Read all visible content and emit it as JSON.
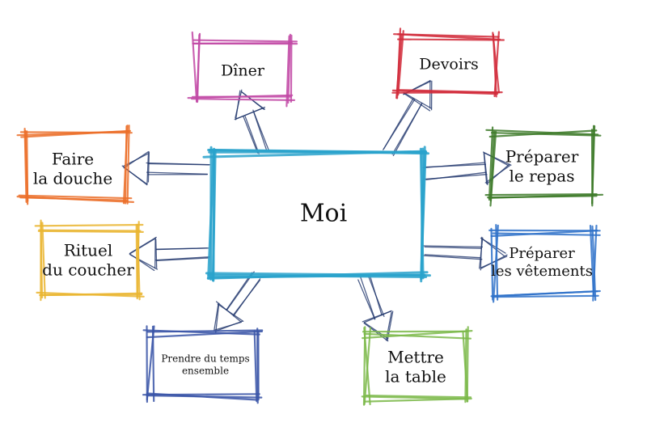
{
  "center": {
    "label": "Moi",
    "color": "#2aa3cc"
  },
  "arrow_color": "#22386e",
  "nodes": [
    {
      "id": "diner",
      "lines": [
        "Dîner"
      ],
      "color": "#c24aa6"
    },
    {
      "id": "devoirs",
      "lines": [
        "Devoirs"
      ],
      "color": "#d22b3a"
    },
    {
      "id": "faire-la-douche",
      "lines": [
        "Faire",
        "la douche"
      ],
      "color": "#ec6f2a"
    },
    {
      "id": "preparer-le-repas",
      "lines": [
        "Préparer",
        "le repas"
      ],
      "color": "#3e7b2a"
    },
    {
      "id": "rituel-du-coucher",
      "lines": [
        "Rituel",
        "du coucher"
      ],
      "color": "#eab631"
    },
    {
      "id": "preparer-les-vetements",
      "lines": [
        "Préparer",
        "les vêtements"
      ],
      "color": "#2f72c9"
    },
    {
      "id": "prendre-du-temps-ensemble",
      "lines": [
        "Prendre du temps",
        "ensemble"
      ],
      "color": "#3a55a8"
    },
    {
      "id": "mettre-la-table",
      "lines": [
        "Mettre",
        "la table"
      ],
      "color": "#7cb94a"
    }
  ]
}
